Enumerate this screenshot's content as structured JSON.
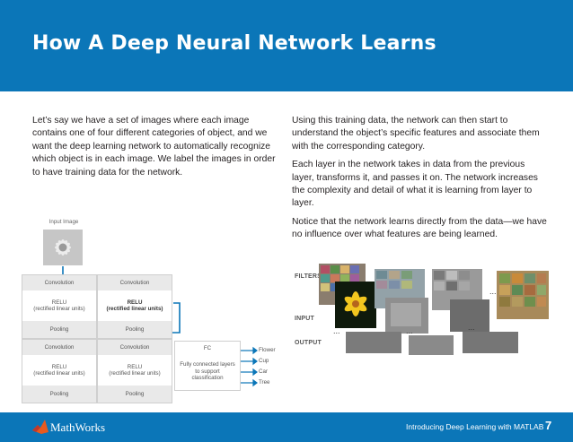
{
  "header": {
    "title": "How A Deep Neural Network Learns"
  },
  "left_column": {
    "paragraphs": [
      "Let’s say we have a set of images where each image contains one of four different categories of object, and we want the deep learning network to automatically recognize which object is in each image.  We label the images in order to have training data for the network."
    ]
  },
  "right_column": {
    "paragraphs": [
      "Using this training data, the network can then start to understand the object’s specific features and associate them with the corresponding category.",
      "Each layer in the network takes in data from the previous layer, transforms it, and passes it on. The network increases the complexity and detail of what it is learning from layer to layer.",
      "Notice that the network learns directly from the data—we have no influence over what features are being learned."
    ]
  },
  "diagram": {
    "input_label": "Input Image",
    "top_row": [
      {
        "convolution": "Convolution",
        "relu": "RELU",
        "relu_sub": "(rectified linear units)",
        "pooling": "Pooling"
      },
      {
        "convolution": "Convolution",
        "relu": "RELU",
        "relu_sub": "(rectified linear units)",
        "pooling": "Pooling"
      }
    ],
    "bottom_row": [
      {
        "convolution": "Convolution",
        "relu": "RELU",
        "relu_sub": "(rectified linear units)",
        "pooling": "Pooling"
      },
      {
        "convolution": "Convolution",
        "relu": "RELU",
        "relu_sub": "(rectified linear units)",
        "pooling": "Pooling"
      }
    ],
    "fc": {
      "title": "FC",
      "description": "Fully connected layers to support classification"
    },
    "outputs": [
      "Flower",
      "Cup",
      "Car",
      "Tree"
    ]
  },
  "visual": {
    "filters_label": "FILTERS",
    "input_label": "INPUT",
    "output_label": "OUTPUT",
    "ellipsis": "..."
  },
  "colors": {
    "brand_blue": "#0b76b8"
  },
  "footer": {
    "logo_text": "MathWorks",
    "caption": "Introducing Deep Learning with MATLAB",
    "page_number": "7"
  }
}
